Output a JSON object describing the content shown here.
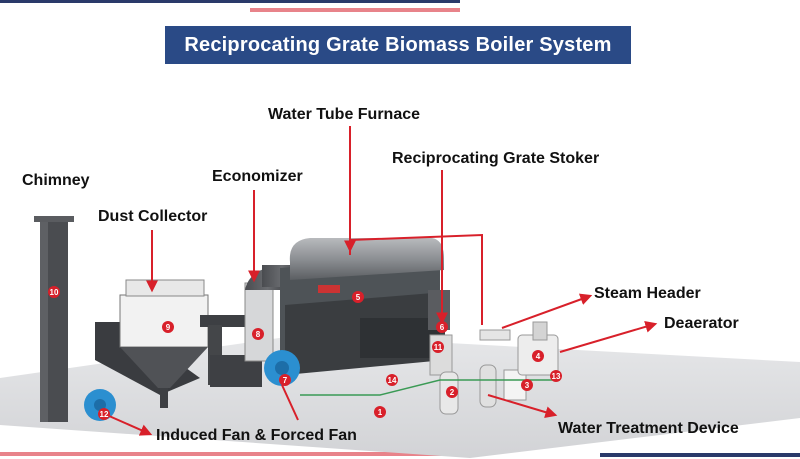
{
  "title": "Reciprocating Grate Biomass Boiler System",
  "labels": {
    "water_tube_furnace": "Water Tube Furnace",
    "reciprocating_grate_stoker": "Reciprocating Grate Stoker",
    "economizer": "Economizer",
    "chimney": "Chimney",
    "dust_collector": "Dust Collector",
    "steam_header": "Steam Header",
    "deaerator": "Deaerator",
    "water_treatment_device": "Water Treatment Device",
    "induced_forced_fan": "Induced Fan & Forced Fan"
  },
  "markers": [
    "1",
    "2",
    "3",
    "4",
    "5",
    "6",
    "7",
    "8",
    "9",
    "10",
    "11",
    "12",
    "13",
    "14"
  ],
  "colors": {
    "title_bg": "#2a4a86",
    "accent_red": "#d8202a",
    "bar_pink": "#e8838a",
    "bar_navy": "#2a3a6a",
    "floor": "#dfe0e2",
    "fan_blue": "#2b8fd0"
  }
}
